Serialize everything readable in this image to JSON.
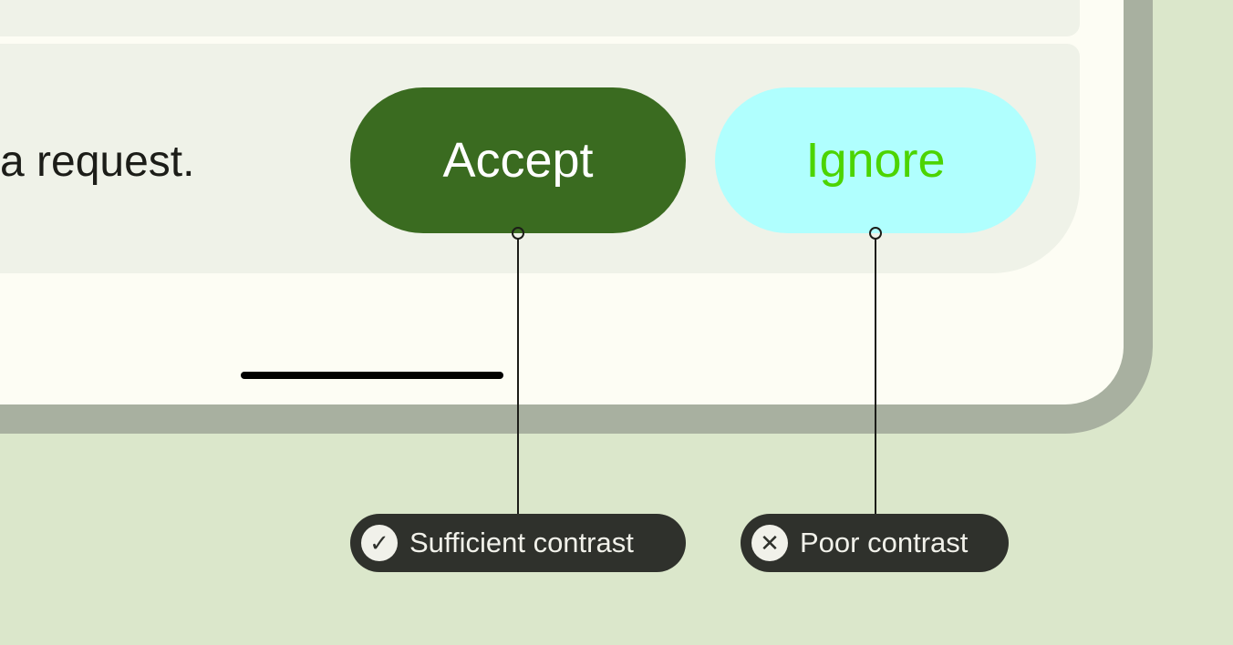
{
  "message": "a request.",
  "buttons": {
    "accept": "Accept",
    "ignore": "Ignore"
  },
  "annotations": [
    {
      "label": "Sufficient contrast",
      "icon": "check-circle-icon",
      "glyph": "✓"
    },
    {
      "label": "Poor contrast",
      "icon": "x-circle-icon",
      "glyph": "✕"
    }
  ],
  "colors": {
    "accept_bg": "#3a6b20",
    "accept_text": "#ffffff",
    "ignore_bg": "#b0fffe",
    "ignore_text": "#4cd400",
    "background": "#dbe7cb"
  }
}
